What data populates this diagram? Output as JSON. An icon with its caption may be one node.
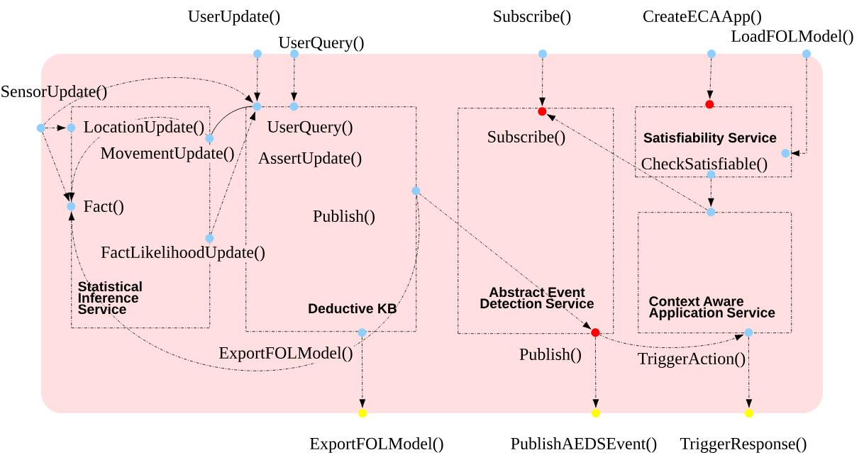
{
  "diagram": {
    "nodes": [
      {
        "text": [],
        "shape": "box"
      },
      {
        "text": [
          "Statistical Inference Service"
        ],
        "in": 0
      },
      {
        "text": [
          "AssertUpdate()",
          "Publish()",
          "Deductive KB"
        ],
        "in": 0
      },
      {
        "text": [
          "Abstract Event Detection Service"
        ],
        "in": 0
      },
      {
        "text": [
          "Satisfiability Service",
          "CheckSatisfiable()"
        ],
        "in": 0
      },
      {
        "text": [
          "Context Aware Application Service"
        ],
        "in": 0
      },
      {
        "text": [],
        "shape": "circle",
        "beside": [
          "UserUpdate()"
        ]
      },
      {
        "text": [],
        "shape": "circle",
        "beside": [
          "UserQuery()"
        ]
      },
      {
        "text": [],
        "shape": "circle",
        "beside": [
          "Subscribe()"
        ]
      },
      {
        "text": [],
        "shape": "circle",
        "beside": [
          "CreateECAApp()"
        ]
      },
      {
        "text": [],
        "shape": "circle",
        "beside": [
          "LoadFOLModel()"
        ]
      },
      {
        "text": [],
        "shape": "circle",
        "beside": [
          "SensorUpdate()"
        ],
        "in": 0
      },
      {
        "text": [],
        "shape": "circle",
        "beside": [
          "LocationUpdate()"
        ],
        "in": 1
      },
      {
        "text": [],
        "shape": "circle",
        "beside": [
          "MovementUpdate()"
        ],
        "in": 1
      },
      {
        "text": [],
        "shape": "circle",
        "beside": [
          "Fact()"
        ],
        "in": 1
      },
      {
        "text": [],
        "shape": "circle",
        "beside": [
          "FactLikelihoodUpdate()"
        ],
        "in": 1
      },
      {
        "text": [],
        "shape": "circle",
        "in": 2
      },
      {
        "text": [],
        "shape": "circle",
        "beside": [
          "UserQuery()"
        ],
        "in": 2
      },
      {
        "text": [],
        "shape": "circle",
        "in": 2
      },
      {
        "text": [],
        "shape": "circle",
        "beside": [
          "ExportFOLModel()"
        ],
        "in": 2
      },
      {
        "text": [],
        "shape": "circle",
        "beside": [
          "Subscribe()"
        ],
        "in": 3
      },
      {
        "text": [],
        "shape": "circle",
        "in": 4
      },
      {
        "text": [],
        "shape": "circle",
        "in": 4
      },
      {
        "text": [],
        "shape": "circle",
        "in": 4
      },
      {
        "text": [],
        "shape": "circle",
        "in": 5
      },
      {
        "text": [],
        "shape": "circle",
        "beside": [
          "Publish()"
        ],
        "in": 3
      },
      {
        "text": [],
        "shape": "circle",
        "in": 5
      },
      {
        "text": [],
        "shape": "circle",
        "beside": [
          "ExportFOLModel()"
        ]
      },
      {
        "text": [],
        "shape": "circle",
        "beside": [
          "PublishAEDSEvent()"
        ]
      },
      {
        "text": [],
        "shape": "circle",
        "beside": [
          "TriggerResponse()"
        ]
      }
    ],
    "edges": [
      {
        "from": 11,
        "to": 12,
        "arrow": "to",
        "style": "dashed"
      },
      {
        "from": 11,
        "to": 14,
        "arrow": "to",
        "style": "dashed"
      },
      {
        "from": 11,
        "to": 16,
        "arrow": "to",
        "style": "dashed"
      },
      {
        "from": 13,
        "to": 14,
        "arrow": "to",
        "style": "dashed"
      },
      {
        "from": 13,
        "to": 16,
        "arrow": "none"
      },
      {
        "from": 15,
        "to": 16,
        "arrow": "to",
        "style": "dashed"
      },
      {
        "from": 6,
        "to": 16,
        "arrow": "to",
        "style": "dashed"
      },
      {
        "from": 7,
        "to": 17,
        "arrow": "to",
        "style": "dashed"
      },
      {
        "from": 18,
        "to": 25,
        "arrow": "to",
        "style": "dashed"
      },
      {
        "from": 18,
        "to": 14,
        "arrow": "to",
        "style": "dashed"
      },
      {
        "from": 19,
        "to": 27,
        "arrow": "to",
        "style": "dashed"
      },
      {
        "from": 8,
        "to": 20,
        "arrow": "to",
        "style": "dashed"
      },
      {
        "from": 24,
        "to": 20,
        "arrow": "to",
        "style": "dashed"
      },
      {
        "from": 9,
        "to": 21,
        "arrow": "to",
        "style": "dashed"
      },
      {
        "from": 10,
        "to": 22,
        "arrow": "to",
        "style": "dashed"
      },
      {
        "from": 23,
        "to": 24,
        "arrow": "to",
        "style": "dashed"
      },
      {
        "from": 25,
        "to": 28,
        "arrow": "to",
        "style": "dashed"
      },
      {
        "from": 25,
        "to": 26,
        "arrow": "to",
        "label": "TriggerAction()",
        "style": "dashed"
      },
      {
        "from": 26,
        "to": 29,
        "arrow": "to",
        "style": "dashed"
      }
    ]
  }
}
